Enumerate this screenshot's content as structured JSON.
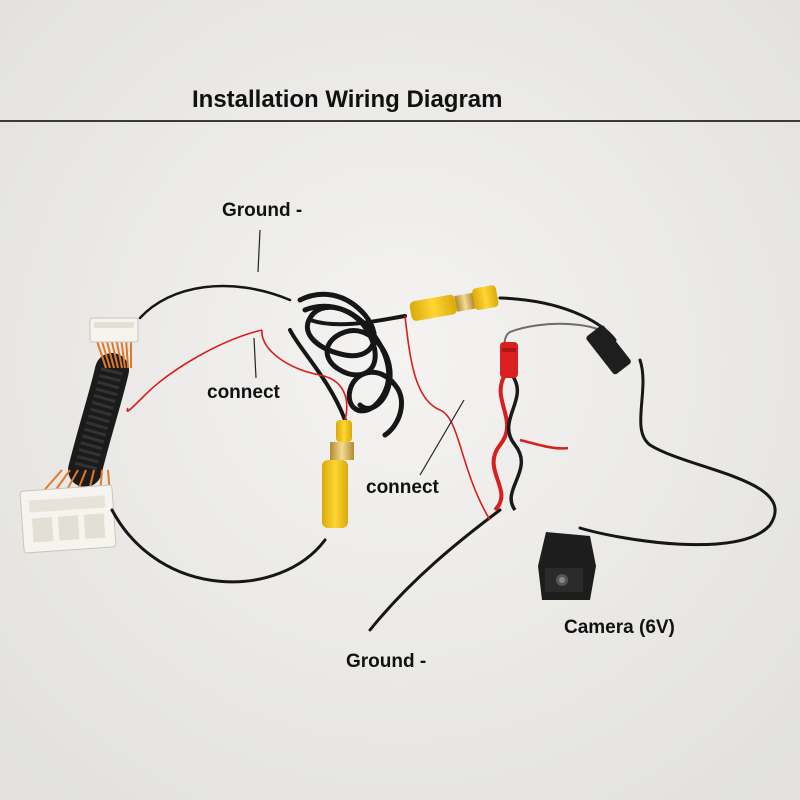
{
  "title": "Installation Wiring Diagram",
  "labels": {
    "ground_top": "Ground -",
    "connect_left": "connect",
    "connect_center": "connect",
    "ground_bottom": "Ground -",
    "camera": "Camera (6V)"
  },
  "colors": {
    "background": "#ecebe8",
    "black_wire": "#161616",
    "red_wire": "#d81e1e",
    "yellow_rca": "#f1c40f",
    "connector_body": "#f4f1ea",
    "orange_pins": "#e07a2b"
  }
}
